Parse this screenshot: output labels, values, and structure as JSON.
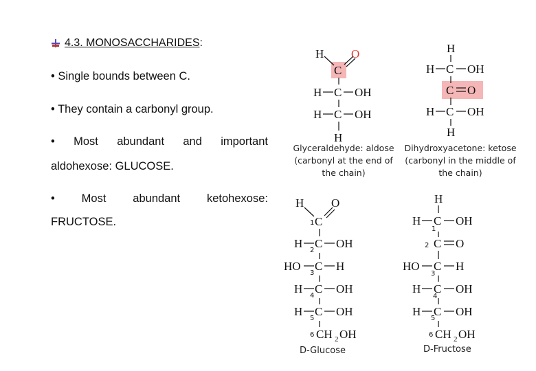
{
  "heading": {
    "title": "4.3. MONOSACCHARIDES",
    "colon": ":"
  },
  "bullets": {
    "b1": "• Single bounds between C.",
    "b2": "• They contain a carbonyl group.",
    "b3_words": [
      "•",
      "Most",
      "abundant",
      "and",
      "important"
    ],
    "b3_line2": "aldohexose: GLUCOSE.",
    "b4_words": [
      "•",
      "Most",
      "abundant",
      "ketohexose:"
    ],
    "b4_line2": "FRUCTOSE."
  },
  "captions": {
    "glyceraldehyde": [
      "Glyceraldehyde: aldose",
      "(carbonyl at the end of",
      "the chain)"
    ],
    "dihydroxyacetone": [
      "Dihydroxyacetone: ketose",
      "(carbonyl in the middle of",
      "the chain)"
    ]
  },
  "structures": {
    "glyceraldehyde": {
      "top_h": "H",
      "o": "O",
      "c1": "C",
      "row2": [
        "H",
        "C",
        "OH"
      ],
      "row3": [
        "H",
        "C",
        "OH"
      ],
      "bottom_h": "H"
    },
    "dihydroxyacetone": {
      "top_h": "H",
      "row1": [
        "H",
        "C",
        "OH"
      ],
      "row2": [
        "C",
        "O"
      ],
      "row3": [
        "H",
        "C",
        "OH"
      ],
      "bottom_h": "H"
    },
    "glucose": {
      "name": "D-Glucose",
      "top_h": "H",
      "o": "O",
      "c1": "C",
      "rows": [
        [
          "H",
          "C",
          "OH"
        ],
        [
          "HO",
          "C",
          "H"
        ],
        [
          "H",
          "C",
          "OH"
        ],
        [
          "H",
          "C",
          "OH"
        ]
      ],
      "c6": "CH",
      "c6_sub": "2",
      "c6_oh": "OH",
      "numbers": [
        "1",
        "2",
        "3",
        "4",
        "5",
        "6"
      ]
    },
    "fructose": {
      "name": "D-Fructose",
      "top_h": "H",
      "row1": [
        "H",
        "C",
        "OH"
      ],
      "row2": [
        "C",
        "O"
      ],
      "rows": [
        [
          "HO",
          "C",
          "H"
        ],
        [
          "H",
          "C",
          "OH"
        ],
        [
          "H",
          "C",
          "OH"
        ]
      ],
      "c6": "CH",
      "c6_sub": "2",
      "c6_oh": "OH",
      "numbers": [
        "1",
        "2",
        "3",
        "4",
        "5",
        "6"
      ]
    }
  },
  "colors": {
    "highlight": "#f4b6b6",
    "oxygen_red": "#e53935",
    "bond": "#111111"
  },
  "icons": {
    "heading_bullet": "book-bullet-icon"
  }
}
